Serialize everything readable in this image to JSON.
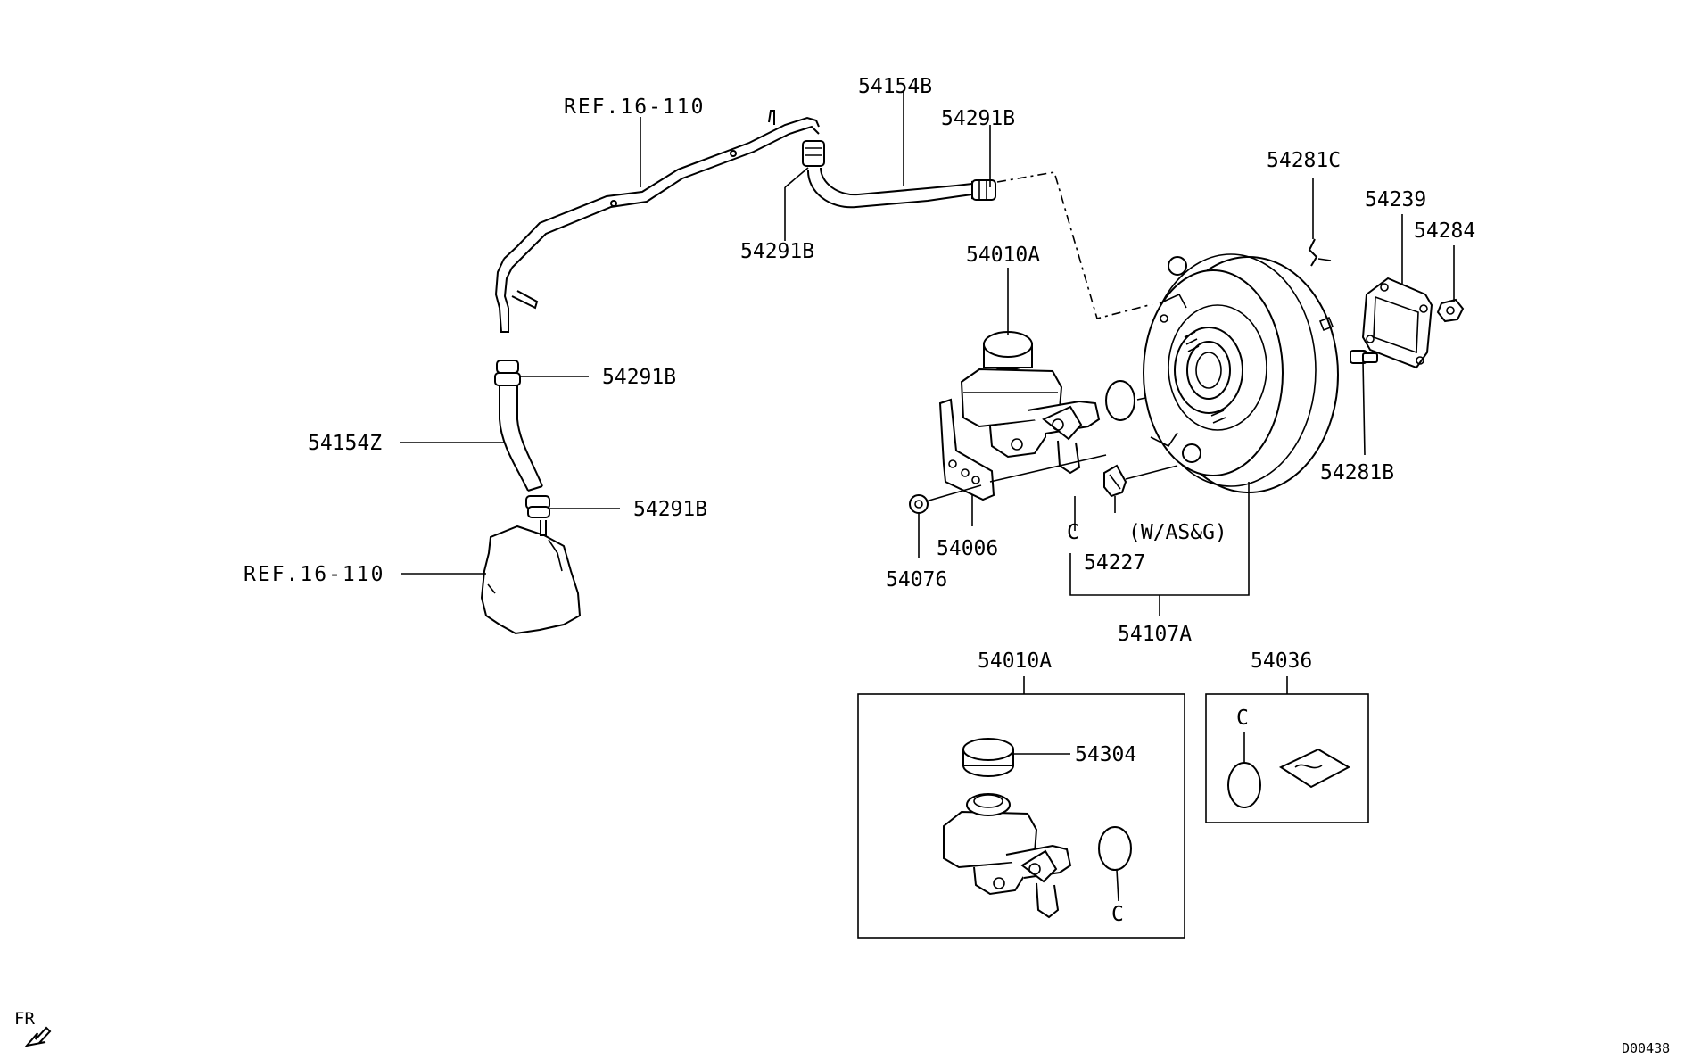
{
  "labels": {
    "ref_upper": "REF.16-110",
    "hose_upper": "54154B",
    "clamp_upper_right": "54291B",
    "clamp_upper_left": "54291B",
    "clip": "54281C",
    "gasket": "54239",
    "nut": "54284",
    "master_cyl": "54010A",
    "clamp_mid": "54291B",
    "hose_lower": "54154Z",
    "clamp_lower": "54291B",
    "ref_lower": "REF.16-110",
    "bolt": "54281B",
    "condition": "(W/AS&G)",
    "c_mark": "C",
    "bracket": "54006",
    "check_valve": "54227",
    "nut_lower": "54076",
    "booster": "54107A",
    "kit_master_cyl": "54010A",
    "cap": "54304",
    "kit_seal": "54036",
    "c_kit_left": "C",
    "c_kit_right": "C",
    "fr": "FR",
    "diagram_id": "D00438"
  },
  "colors": {
    "line": "#000000",
    "background": "#ffffff"
  }
}
